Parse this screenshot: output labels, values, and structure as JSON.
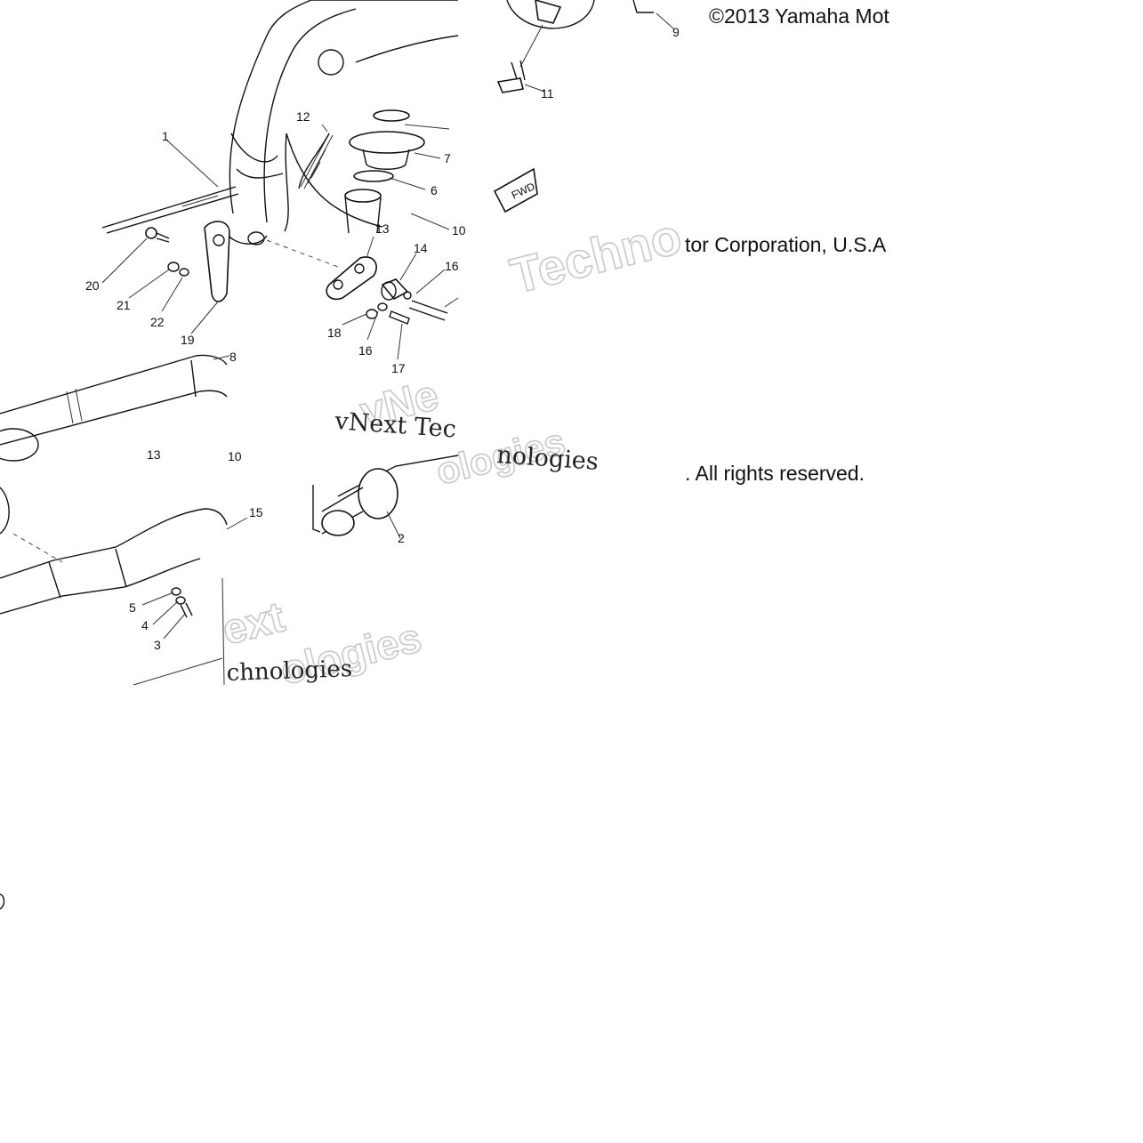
{
  "copyright": {
    "line1": "©2013 Yamaha Mot",
    "line2": "tor Corporation, U.S.A",
    "line3": ". All rights reserved."
  },
  "watermark": {
    "techno": "Techno",
    "vnext_tec": "vNext Tec",
    "nologies": "nologies",
    "vne": "vNe",
    "ext": "ext",
    "ologies": "ologies",
    "chnologies": "chnologies"
  },
  "fwd_badge": "FWD",
  "callouts": {
    "c1": "1",
    "c2": "2",
    "c3": "3",
    "c4": "4",
    "c5": "5",
    "c6": "6",
    "c7": "7",
    "c8": "8",
    "c9": "9",
    "c10": "10",
    "c10b": "10",
    "c11": "11",
    "c12": "12",
    "c13": "13",
    "c13b": "13",
    "c14": "14",
    "c15": "15",
    "c16": "16",
    "c16b": "16",
    "c17": "17",
    "c18": "18",
    "c19": "19",
    "c20": "20",
    "c21": "21",
    "c22": "22"
  }
}
